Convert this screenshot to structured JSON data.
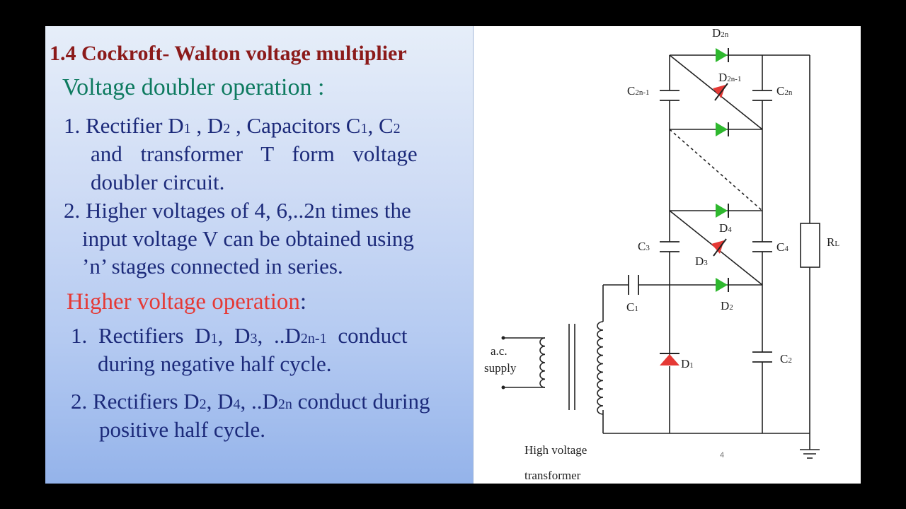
{
  "title": "1.4 Cockroft- Walton voltage multiplier",
  "doubler": {
    "heading": "Voltage doubler operation :",
    "item1": {
      "a": "1. Rectifier D",
      "s1": "1",
      "b": " , D",
      "s2": "2",
      "c": " , Capacitors C",
      "s3": "1",
      "d": ", C",
      "s4": "2"
    },
    "item1_line2": "and transformer T form voltage",
    "item1_line3": "doubler circuit.",
    "item2_line1": "2. Higher voltages of 4, 6,..2n times the",
    "item2_line2": "input voltage V can be obtained using",
    "item2_line3": "’n’ stages connected in series."
  },
  "higher": {
    "heading": "Higher voltage operation",
    "colon": ":",
    "item1": {
      "a": "1. Rectifiers D",
      "s1": "1",
      "b": ", D",
      "s2": "3",
      "c": ", ..D",
      "s3": "2n-1",
      "d": " conduct"
    },
    "item1_line2": "during negative half cycle.",
    "item2": {
      "a": "2. Rectifiers D",
      "s1": "2",
      "b": ", D",
      "s2": "4",
      "c": ", ..D",
      "s3": "2n",
      "d": " conduct during"
    },
    "item2_line2": "positive half cycle."
  },
  "circuit": {
    "D": "D",
    "C": "C",
    "R": "R",
    "sub_2n": "2n",
    "sub_2n1": "2n-1",
    "sub_4": "4",
    "sub_3": "3",
    "sub_2": "2",
    "sub_1": "1",
    "sub_L": "L",
    "ac_supply_line1": "a.c.",
    "ac_supply_line2": "supply",
    "transformer_line1": "High voltage",
    "transformer_line2": "transformer",
    "page_number": "4"
  },
  "colors": {
    "title": "#8b1a1a",
    "doubler_heading": "#0d7a5f",
    "higher_heading": "#e53935",
    "body_text": "#1c2a7a",
    "diode_green": "#2eb82e",
    "diode_red": "#e53935"
  }
}
